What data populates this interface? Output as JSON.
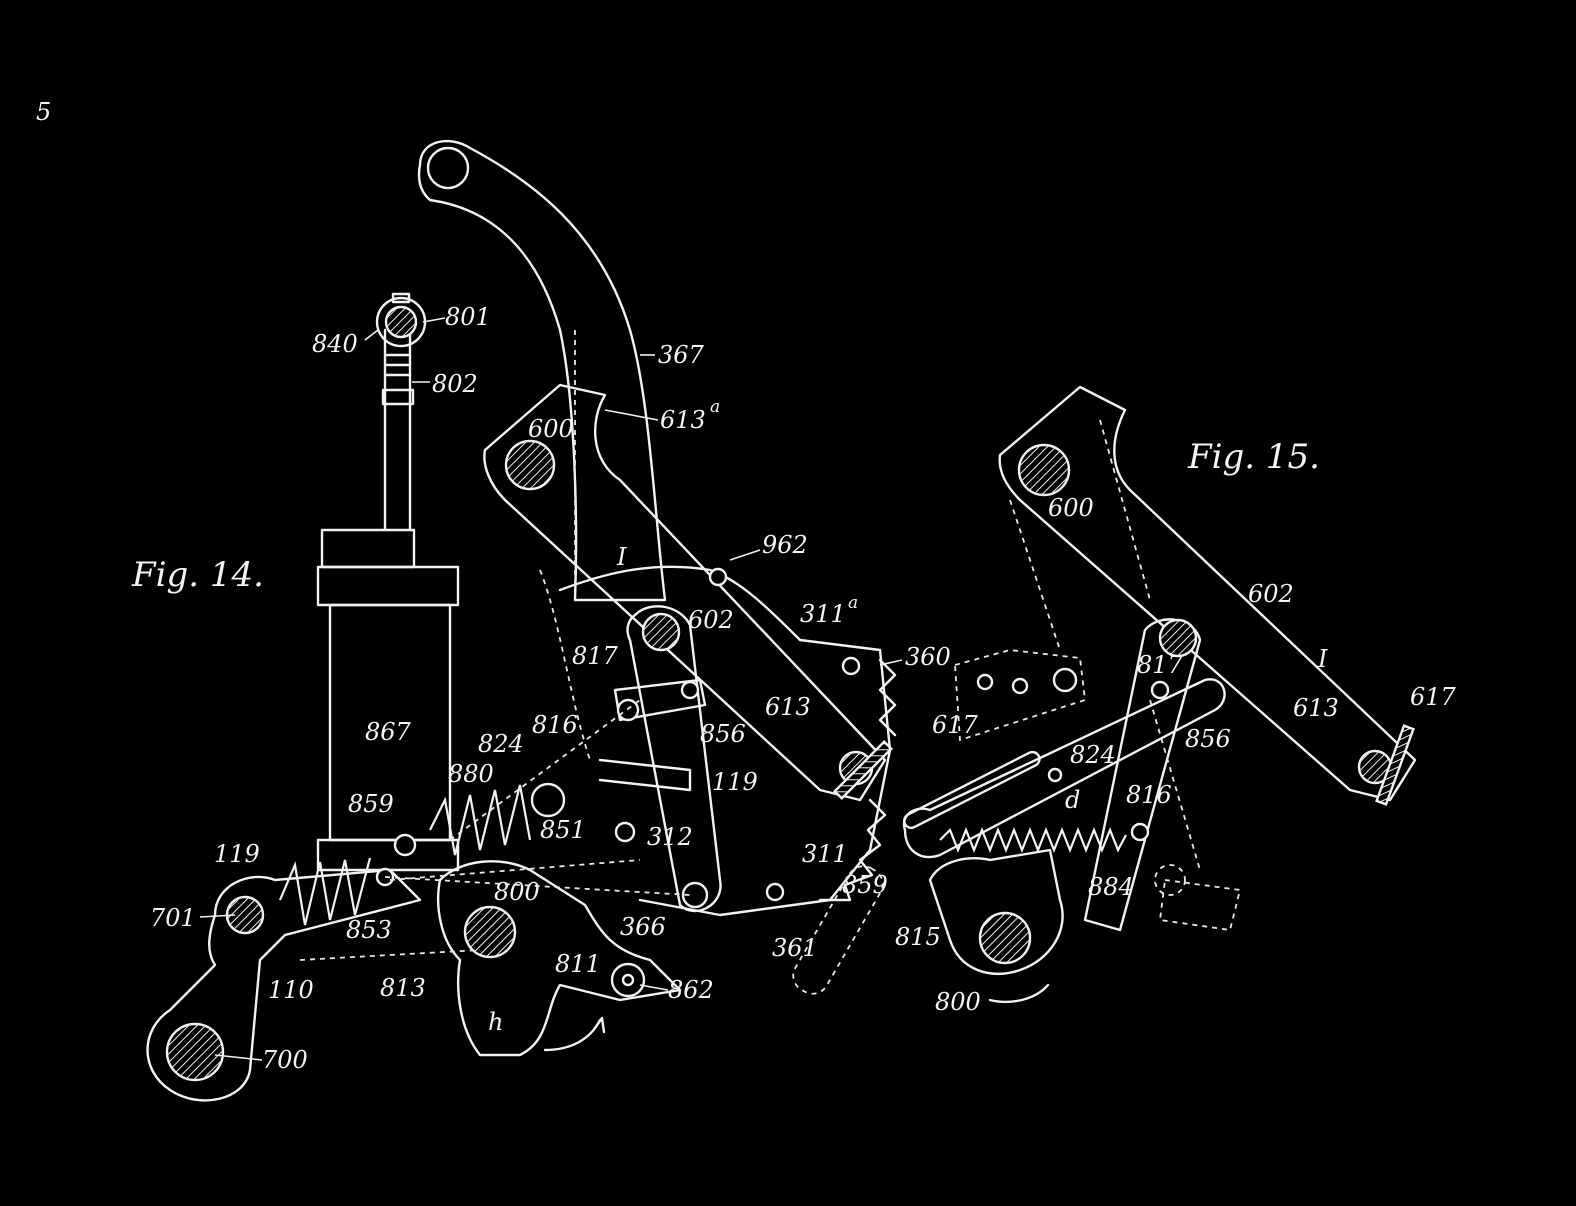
{
  "figures": {
    "fig14": "Fig. 14.",
    "fig15": "Fig. 15."
  },
  "corner_mark": "5",
  "fig14_labels": {
    "l801": "801",
    "l840": "840",
    "l802": "802",
    "l367": "367",
    "l613a": "613",
    "l613a_sup": "a",
    "l600": "600",
    "l962": "962",
    "l1": "I",
    "l311a": "311",
    "l311a_sup": "a",
    "l602": "602",
    "l360": "360",
    "l817": "817",
    "l613": "613",
    "l617": "617",
    "l867": "867",
    "l816": "816",
    "l856": "856",
    "l824": "824",
    "l880": "880",
    "l119a": "119",
    "l859": "859",
    "l851": "851",
    "l312": "312",
    "l311": "311",
    "l119b": "119",
    "l800": "800",
    "l859b": "859",
    "l701": "701",
    "l853": "853",
    "l366": "366",
    "l361": "361",
    "l110": "110",
    "l813": "813",
    "l811": "811",
    "l862": "862",
    "lh": "h",
    "l700": "700"
  },
  "fig15_labels": {
    "l600": "600",
    "l602": "602",
    "l1": "I",
    "l817": "817",
    "l613": "613",
    "l617": "617",
    "l856": "856",
    "l824": "824",
    "ld": "d",
    "l816": "816",
    "l884": "884",
    "l815": "815",
    "l800": "800"
  }
}
